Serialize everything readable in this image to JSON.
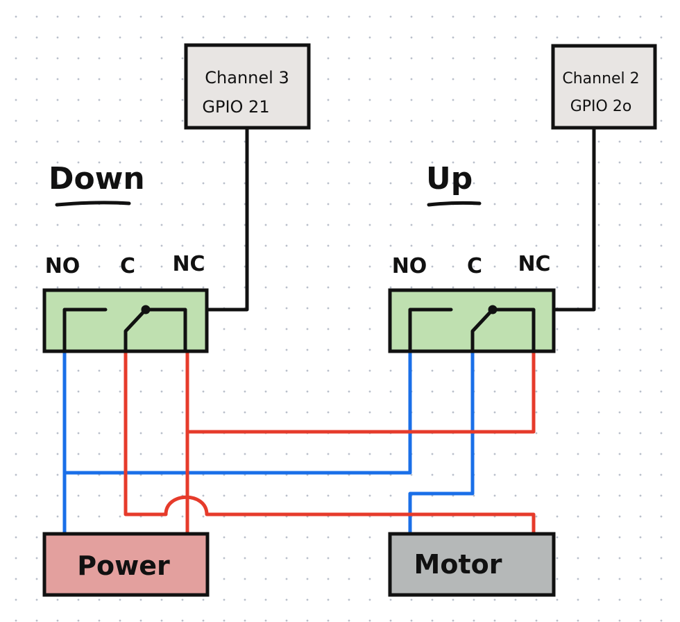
{
  "colors": {
    "relay_fill": "#bfe0b0",
    "channel_fill": "#e8e5e3",
    "power_fill": "#e3a09e",
    "motor_fill": "#b5b8b8",
    "wire_blue": "#1a6fe8",
    "wire_red": "#e63b2b",
    "outline": "#111111"
  },
  "relays": [
    {
      "title": "Down",
      "pins": [
        "NO",
        "C",
        "NC"
      ],
      "channel": {
        "line1": "Channel 3",
        "line2": "GPIO 21"
      }
    },
    {
      "title": "Up",
      "pins": [
        "NO",
        "C",
        "NC"
      ],
      "channel": {
        "line1": "Channel 2",
        "line2": "GPIO 2o"
      }
    }
  ],
  "power": {
    "label": "Power"
  },
  "motor": {
    "label": "Motor"
  }
}
